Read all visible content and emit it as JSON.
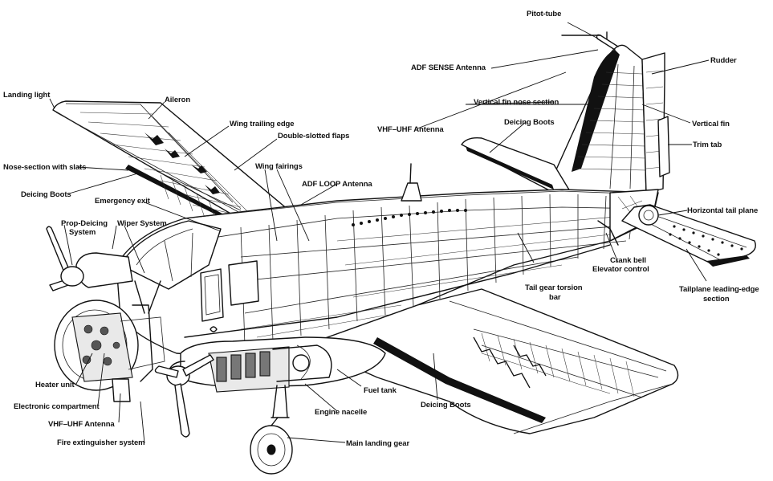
{
  "labels": {
    "pitot_tube": "Pitot-tube",
    "adf_sense_antenna": "ADF SENSE Antenna",
    "rudder": "Rudder",
    "landing_light": "Landing light",
    "aileron": "Aileron",
    "vertical_fin_nose_section": "Vertical fin nose section",
    "vertical_fin": "Vertical fin",
    "wing_trailing_edge": "Wing trailing edge",
    "vhf_uhf_antenna_top": "VHF–UHF Antenna",
    "deicing_boots_tail": "Deicing Boots",
    "double_slotted_flaps": "Double-slotted flaps",
    "trim_tab": "Trim tab",
    "nose_section_with_slats": "Nose-section with slats",
    "wing_fairings": "Wing fairings",
    "adf_loop_antenna": "ADF LOOP Antenna",
    "deicing_boots_wing": "Deicing Boots",
    "emergency_exit": "Emergency exit",
    "horizontal_tail_plane": "Horizontal tail plane",
    "prop_deicing_system_line1": "Prop-Deicing",
    "prop_deicing_system_line2": "System",
    "wiper_system": "Wiper System",
    "crank_bell_line1": "Crank bell",
    "crank_bell_line2": "Elevator control",
    "tail_gear_torsion_bar_line1": "Tail gear torsion",
    "tail_gear_torsion_bar_line2": "bar",
    "tailplane_leading_edge_line1": "Tailplane leading-edge",
    "tailplane_leading_edge_line2": "section",
    "fuel_tank": "Fuel tank",
    "heater_unit": "Heater unit",
    "deicing_boots_lower": "Deicing Boots",
    "electronic_compartment": "Electronic compartment",
    "engine_nacelle": "Engine nacelle",
    "vhf_uhf_antenna_bottom": "VHF–UHF Antenna",
    "main_landing_gear": "Main landing gear",
    "fire_extinguisher_system": "Fire extinguisher system"
  }
}
